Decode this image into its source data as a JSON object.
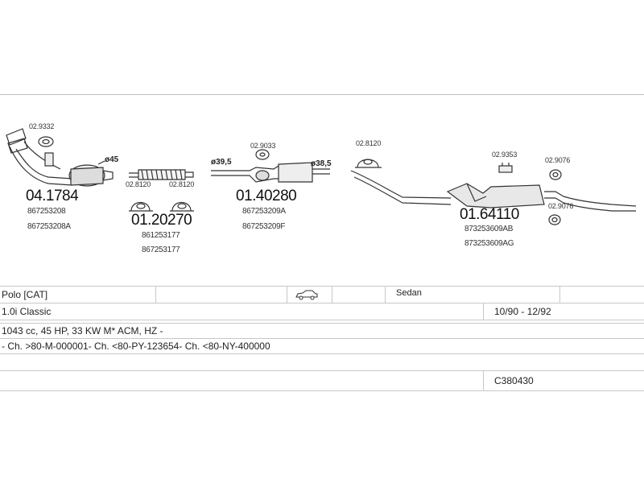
{
  "parts": {
    "downpipe": {
      "clamp_code": "02.9332",
      "diameter": "ø45",
      "number": "04.1784",
      "refs": [
        "867253208",
        "867253208A"
      ]
    },
    "flexpipe": {
      "clamp_left": "02.8120",
      "clamp_right": "02.8120",
      "number": "01.20270",
      "refs": [
        "861253177",
        "867253177"
      ]
    },
    "middle_silencer": {
      "hanger_code": "02.9033",
      "diameter_in": "ø39,5",
      "diameter_out": "ø38,5",
      "number": "01.40280",
      "refs": [
        "867253209A",
        "867253209F"
      ]
    },
    "rear_silencer": {
      "hanger_left": "02.8120",
      "hanger_mid": "02.9353",
      "ring_top": "02.9076",
      "ring_bottom": "02.9076",
      "number": "01.64110",
      "refs": [
        "873253609AB",
        "873253609AG"
      ]
    }
  },
  "vehicle": {
    "model": "Polo  [CAT]",
    "body_icon": "sedan-car-icon",
    "body": "Sedan",
    "engine": "1.0i Classic",
    "years": "10/90 - 12/92",
    "specs": "1043 cc, 45 HP, 33 KW M* ACM, HZ -",
    "chassis": "- Ch. >80-M-000001- Ch. <80-PY-123654- Ch. <80-NY-400000",
    "code": "C380430"
  }
}
